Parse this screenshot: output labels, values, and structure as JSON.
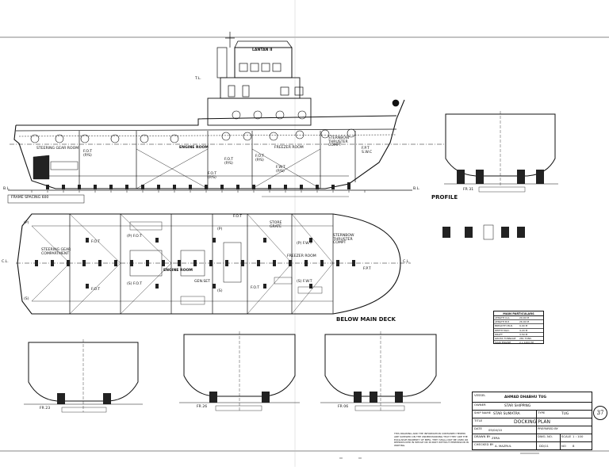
{
  "profile": {
    "title": "PROFILE",
    "bridge_label": "LANTAN II",
    "tl_mark": "T.L.",
    "bl_left": "B.L.",
    "bl_right": "B.L.",
    "rooms": {
      "steering_gear": "STEERING GEAR ROOM",
      "engine_room": "ENGINE ROOM",
      "freezer_room": "FREEZER ROOM",
      "stern_thruster": "STERNBOW THRUSTER COMPT"
    },
    "tanks": {
      "fot_ps_aft": "F.O.T (P/S)",
      "fot_ps_mid": "F.O.T (P/S)",
      "fot_ps_fwd": "F.O.T (P/S)",
      "fwt_ps": "F.W.T (P/S)",
      "fot_ps_low": "F.O.T (P/S)",
      "fpt": "F.P.T S.W.C"
    },
    "frame_spacing": "FRAME SPACING 600"
  },
  "plan": {
    "title": "BELOW MAIN DECK",
    "cl_left": "C.L.",
    "cl_right": "C.L.",
    "rooms": {
      "steering_gear": "STEERING GEAR COMPARTMENT",
      "engine_room": "ENGINE ROOM",
      "freezer_room": "FREEZER ROOM",
      "stern_thruster": "STERNBOW THRUSTER COMPT",
      "store": "STORE GRATE"
    },
    "tanks": {
      "fot_p_aft": "F.O.T",
      "fot_s_aft": "F.O.T",
      "fot_p_mid": "(P) F.O.T",
      "fot_s_mid": "(S) F.O.T",
      "fot_top": "F.O.T",
      "fot_right": "F.O.T",
      "fwt_p": "(P) F.W.T",
      "fwt_s": "(S) F.W.T",
      "fpt": "F.P.T",
      "gen_set": "GEN.SET"
    },
    "markers": {
      "p_top": "(P)",
      "s_bottom": "(S)",
      "p_left": "(P)",
      "s_left": "(S)"
    }
  },
  "sections": {
    "fr_a": "FR 31",
    "fr_b": "FR 23",
    "fr_c": "FR 26",
    "fr_d": "FR 06"
  },
  "particulars": {
    "title": "MAIN PARTICULARS",
    "rows": [
      [
        "LENGTH O.A.",
        "29.00 M"
      ],
      [
        "LENGTH B.P.",
        "26.00 M"
      ],
      [
        "BREADTH MLD.",
        "9.00 M"
      ],
      [
        "DEPTH MLD.",
        "4.20 M"
      ],
      [
        "DRAFT",
        "3.50 M"
      ],
      [
        "GROSS TONNAGE",
        "281 TONS"
      ],
      [
        "MAIN ENGINE",
        "2 x 1200 HP"
      ]
    ]
  },
  "title_block": {
    "vessel_label": "VESSEL",
    "vessel": "AHMAD DHABHU TUG",
    "owner_label": "OWNER",
    "owner": "STAR SHIPPING",
    "ship_name_label": "SHIP NAME",
    "ship_name": "STAR SUMATRA",
    "type_label": "TYPE",
    "type": "TUG",
    "title_label": "TITLE",
    "title": "DOCKING PLAN",
    "date_label": "DATE",
    "date": "05/04/10",
    "prepared_label": "PREPARED BY",
    "drawn_label": "DRAWN BY",
    "drawn": "ZERA",
    "checked_label": "CHECKED BY",
    "checked": "A. MAZRUL",
    "dwg_label": "DWG. NO.",
    "dwg_no": "DD/11",
    "scale_label": "SCALE",
    "scale": "1 : 100",
    "sheet_label": "NO",
    "sheet": "8"
  },
  "notes": "THIS DRAWING AND THE INFORMATION CONTAINED HEREIN ARE SUPPLIED ON THE UNDERSTANDING THAT THEY ARE THE EXCLUSIVE PROPERTY OF BEFA, THEY SHALL NOT BE USED OR REPRODUCED IN WHOLE OR IN PART WITHOUT PERMISSION IN WRITING.",
  "page_number": "37"
}
